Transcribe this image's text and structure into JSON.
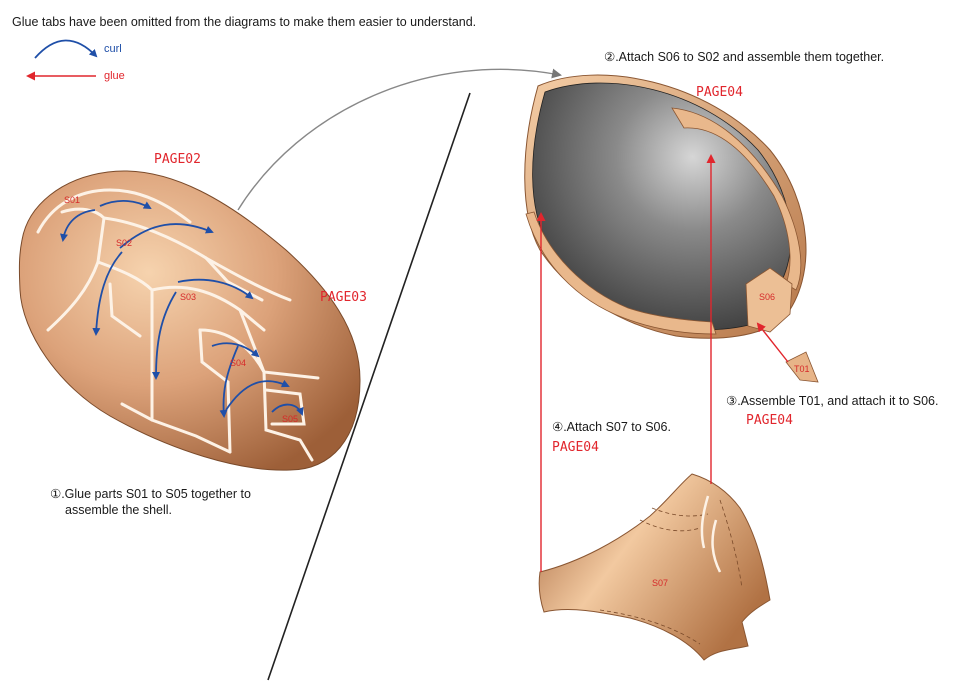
{
  "note": "Glue tabs have been omitted from the diagrams to make them easier to understand.",
  "legend": {
    "curl_label": "curl",
    "glue_label": "glue",
    "curl_color": "#1f4fa8",
    "glue_color": "#e1262d"
  },
  "colors": {
    "paper_light": "#f2c9a0",
    "paper_dark": "#a4663e",
    "inner_dark": "#3a3a3a",
    "label_red": "#e1262d"
  },
  "shell": {
    "parts": [
      "S01",
      "S02",
      "S03",
      "S04",
      "S05"
    ],
    "page_top": "PAGE02",
    "page_right": "PAGE03",
    "step1_line1": "①.Glue parts S01 to S05 together to",
    "step1_line2": "assemble the shell."
  },
  "step2": {
    "text": "②.Attach S06 to S02 and assemble them together.",
    "page": "PAGE04",
    "part": "S06"
  },
  "step3": {
    "text": "③.Assemble T01, and attach it to S06.",
    "page": "PAGE04",
    "part": "T01"
  },
  "step4": {
    "text": "④.Attach S07 to S06.",
    "page": "PAGE04",
    "part": "S07"
  }
}
